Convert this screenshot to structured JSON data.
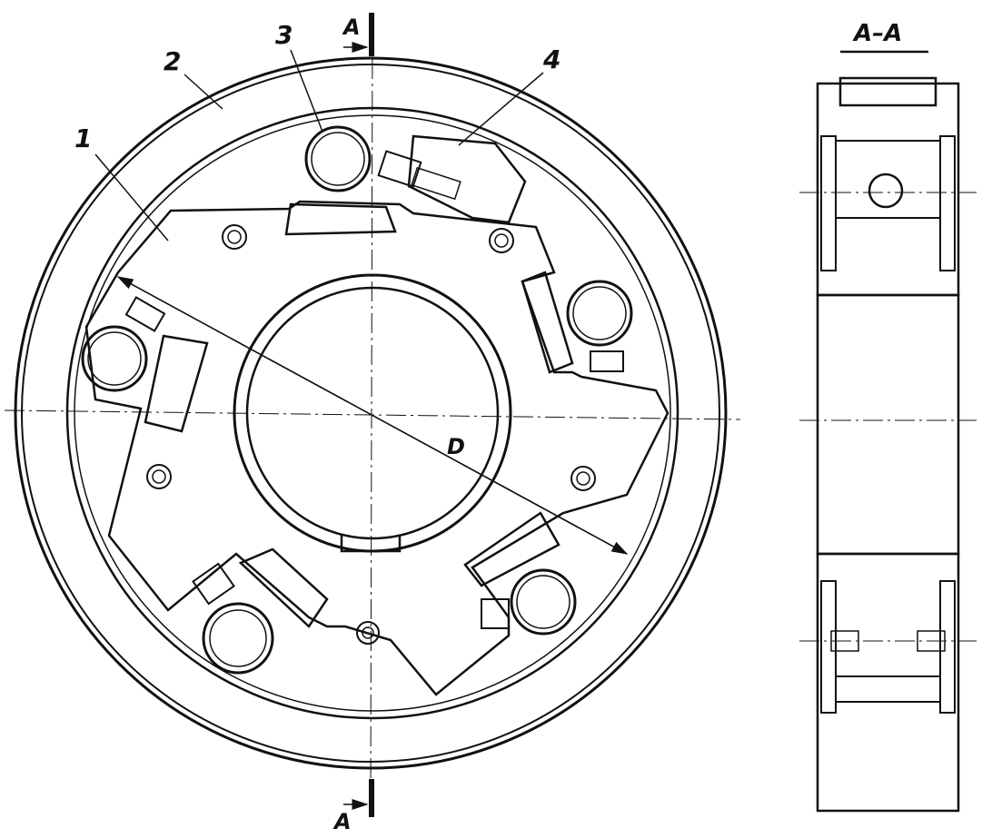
{
  "drawing": {
    "callouts": [
      "1",
      "2",
      "3",
      "4"
    ],
    "section_mark_top": "A",
    "section_mark_bottom": "A",
    "section_title": "A–A",
    "dimension_label": "D"
  },
  "colors": {
    "ink": "#111111",
    "paper": "#ffffff"
  }
}
